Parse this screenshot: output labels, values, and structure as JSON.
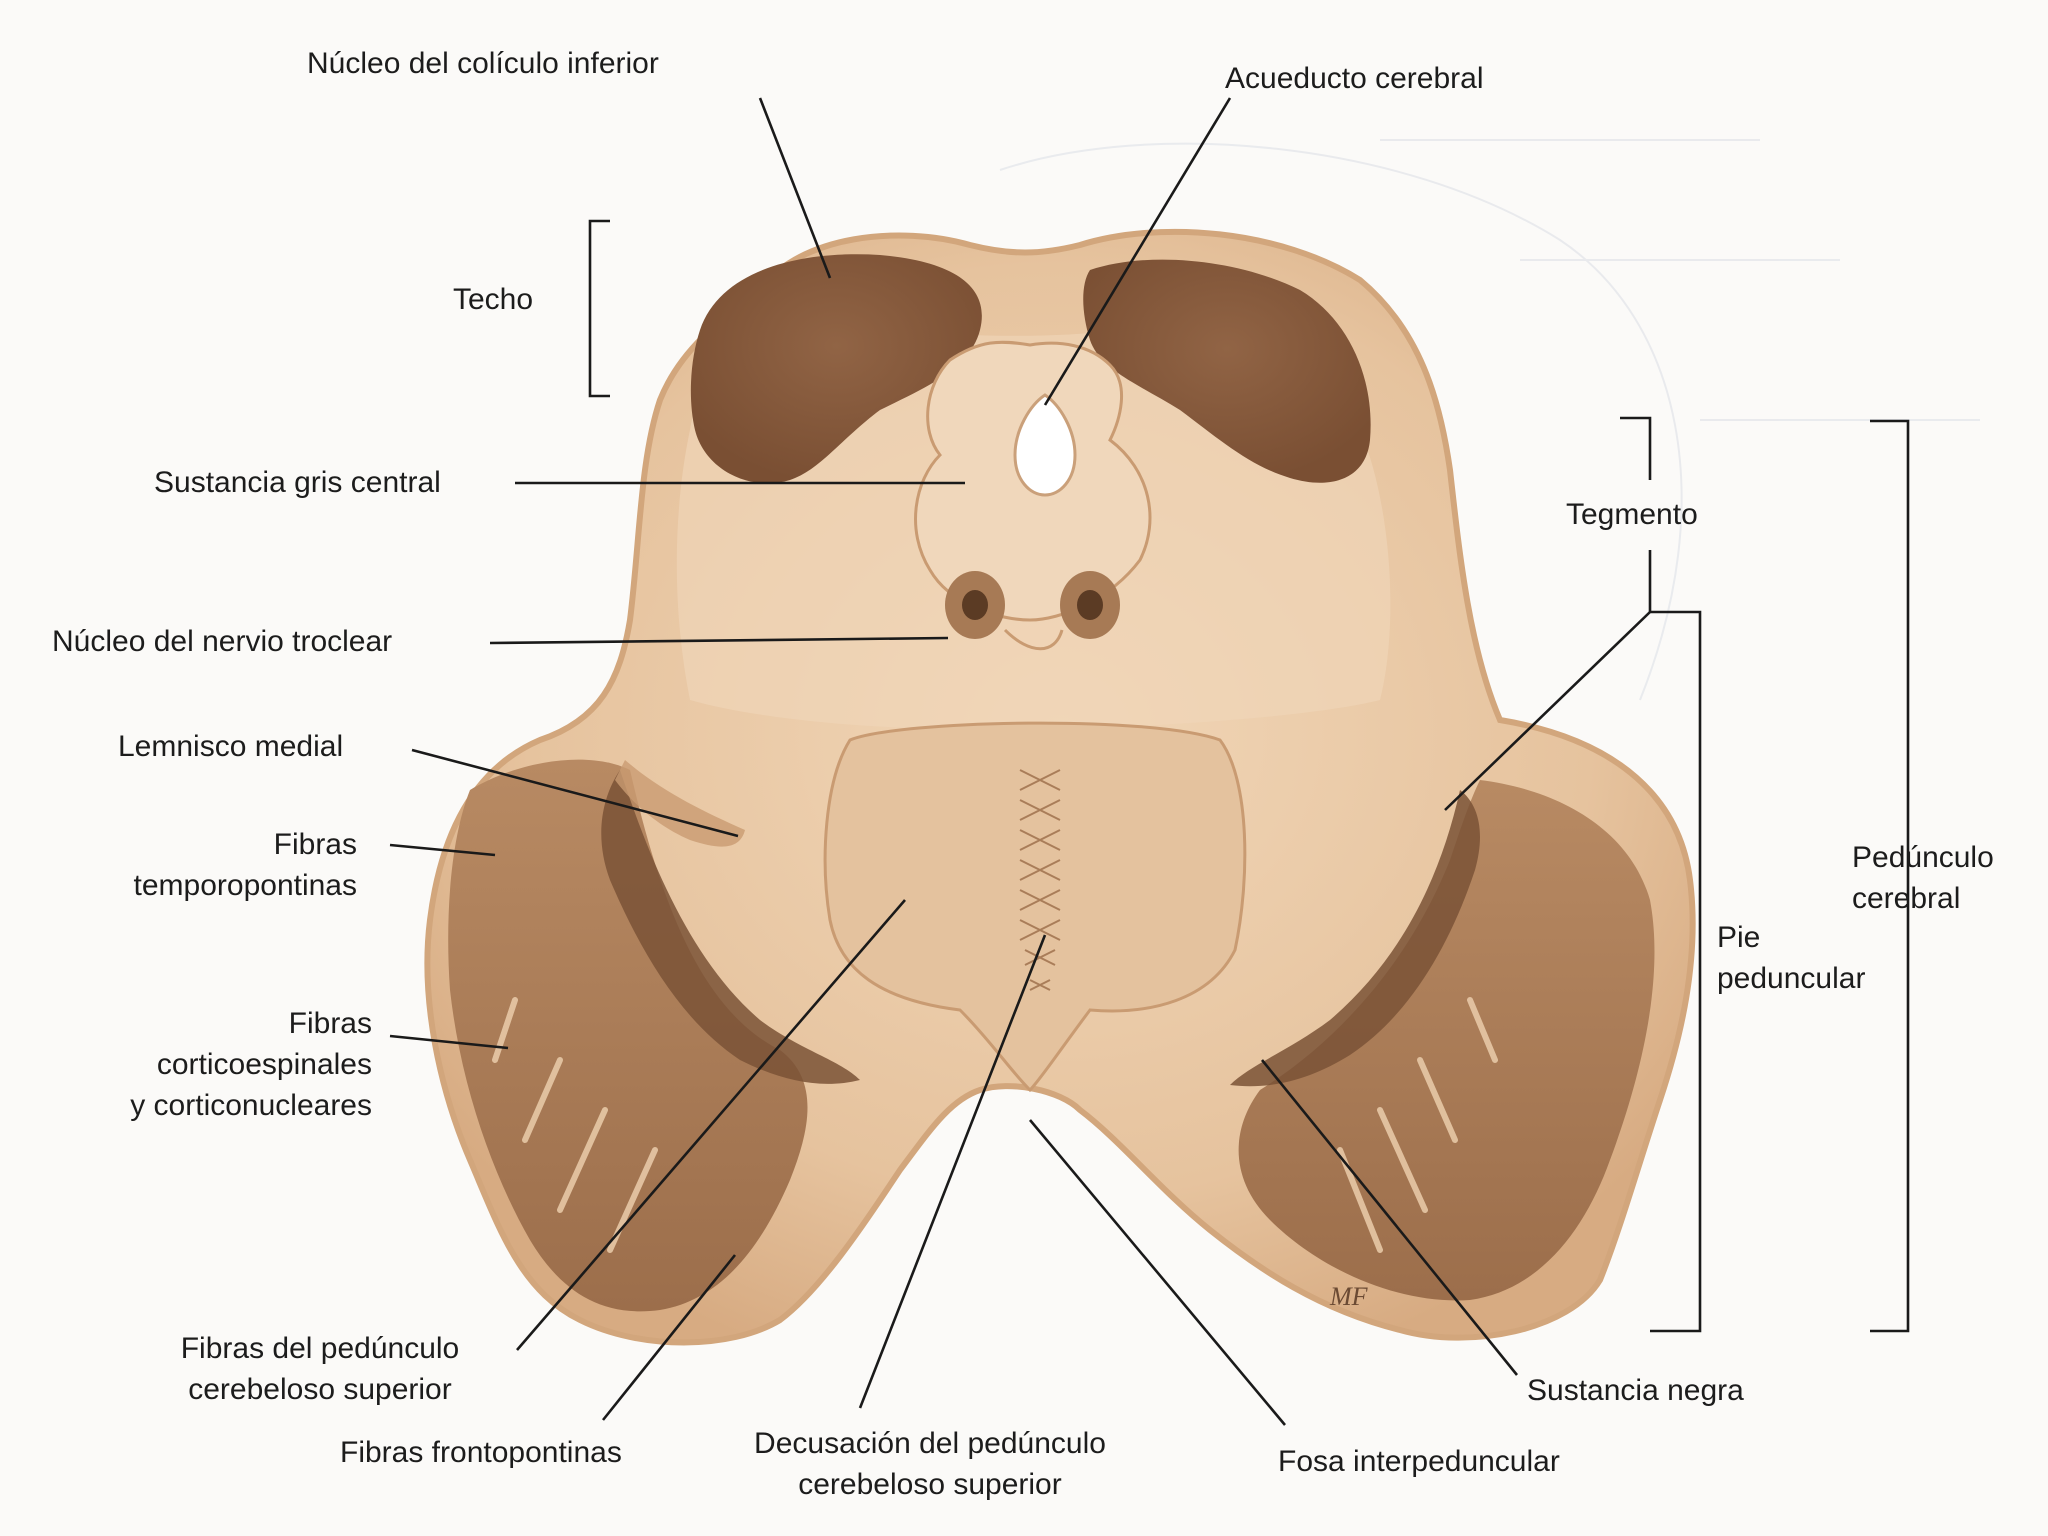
{
  "labels": {
    "nucleo_coliculo": "Núcleo del colículo inferior",
    "acueducto": "Acueducto cerebral",
    "techo": "Techo",
    "sustancia_gris": "Sustancia gris central",
    "tegmento": "Tegmento",
    "nucleo_troclear": "Núcleo del nervio troclear",
    "lemnisco": "Lemnisco medial",
    "temporopontinas_1": "Fibras",
    "temporopontinas_2": "temporopontinas",
    "corticoespinales_1": "Fibras",
    "corticoespinales_2": "corticoespinales",
    "corticoespinales_3": "y corticonucleares",
    "pedunculo_cerebral_1": "Pedúnculo",
    "pedunculo_cerebral_2": "cerebral",
    "pie_1": "Pie",
    "pie_2": "peduncular",
    "pedunculo_sup_1": "Fibras del pedúnculo",
    "pedunculo_sup_2": "cerebeloso superior",
    "frontopontinas": "Fibras frontopontinas",
    "decusacion_1": "Decusación del pedúnculo",
    "decusacion_2": "cerebeloso superior",
    "fosa": "Fosa interpeduncular",
    "sustancia_negra": "Sustancia negra"
  },
  "colors": {
    "tissue": "#e8c9a6",
    "tissue_edge": "#d2a67c",
    "dark_nucleus": "#8a5c3a",
    "substantia_nigra": "#7a5236",
    "leader_line": "#1a1a1a"
  }
}
